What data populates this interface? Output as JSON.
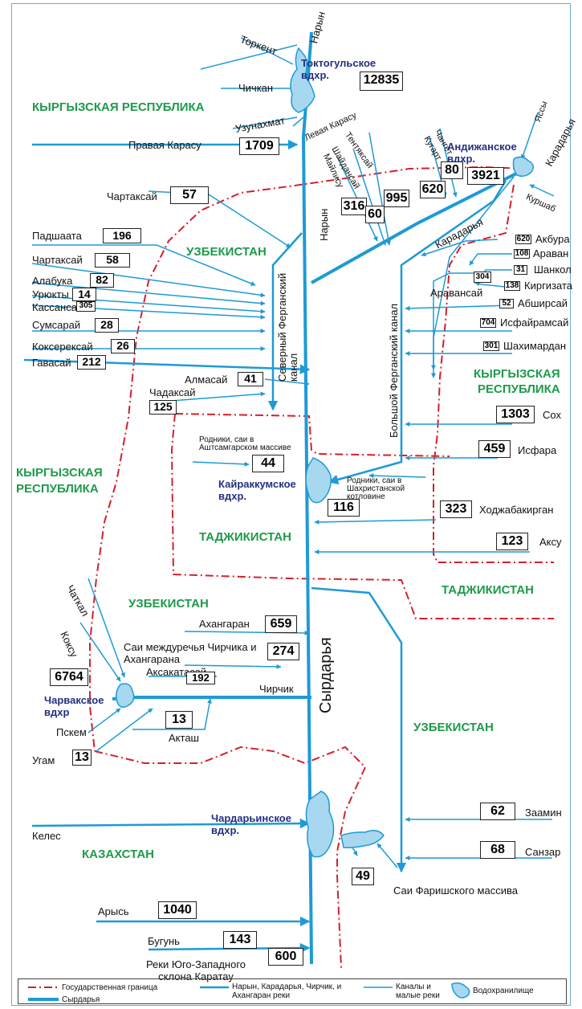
{
  "reservoirs": {
    "toktogul": {
      "name": "Токтогульское вдхр.",
      "volume": "12835"
    },
    "andijan": {
      "name": "Андижанское вдхр.",
      "volume": "3921"
    },
    "kairakkum": {
      "name": "Кайраккумское вдхр.",
      "volume": "44"
    },
    "charvak": {
      "name": "Чарвакское вдхр",
      "volume": "6764"
    },
    "chardara": {
      "name": "Чардарьинское вдхр."
    }
  },
  "countries": {
    "kyrgyz_top": "КЫРГЫЗСКАЯ РЕСПУБЛИКА",
    "uzbekistan_north": "УЗБЕКИСТАН",
    "kyrgyz_east_1": "КЫРГЫЗСКАЯ",
    "kyrgyz_east_2": "РЕСПУБЛИКА",
    "kyrgyz_west_1": "КЫРГЫЗСКАЯ",
    "kyrgyz_west_2": "РЕСПУБЛИКА",
    "tajikistan_center": "ТАДЖИКИСТАН",
    "tajikistan_east": "ТАДЖИКИСТАН",
    "uzbekistan_mid": "УЗБЕКИСТАН",
    "uzbekistan_south": "УЗБЕКИСТАН",
    "kazakhstan": "КАЗАХСТАН"
  },
  "main_rivers": {
    "naryn_top": "Нарын",
    "naryn": "Нарын",
    "karadarya_top": "Карадарья",
    "karadarya": "Карадарья",
    "syrdarya": "Сырдарья",
    "levaya_karasu": "Левая Карасу",
    "north_canal": "Северный Ферганский канал",
    "big_canal": "Большой Ферганский канал"
  },
  "tributaries": [
    {
      "name": "Торкент"
    },
    {
      "name": "Чичкан"
    },
    {
      "name": "Узунахмат"
    },
    {
      "name": "Правая Карасу",
      "value": "1709"
    },
    {
      "name": "Чартаксай",
      "value": "57"
    },
    {
      "name": "Падшаата",
      "value": "196"
    },
    {
      "name": "Чартаксай",
      "value": "58"
    },
    {
      "name": "Алабука",
      "value": "82"
    },
    {
      "name": "Урюкты",
      "value": "14"
    },
    {
      "name": "Кассансай",
      "value": "305"
    },
    {
      "name": "Сумсарай",
      "value": "28"
    },
    {
      "name": "Коксерексай",
      "value": "26"
    },
    {
      "name": "Гавасай",
      "value": "212"
    },
    {
      "name": "Алмасай",
      "value": "41"
    },
    {
      "name": "Чадаксай",
      "value": "125"
    },
    {
      "name": "Тентяксай"
    },
    {
      "name": "Шайдансай"
    },
    {
      "name": "Майлису"
    },
    {
      "name": "Чангет"
    },
    {
      "name": "Кугарт"
    },
    {
      "name": "Яссы"
    },
    {
      "name": "Куршаб"
    },
    {
      "name": "Акбура",
      "value": "620"
    },
    {
      "name": "Араван",
      "value": "108"
    },
    {
      "name": "Шанкол",
      "value": "31"
    },
    {
      "name": "Киргизата",
      "value": "138"
    },
    {
      "name": "Аравансай",
      "value": "304"
    },
    {
      "name": "Абширсай",
      "value": "52"
    },
    {
      "name": "Исфайрамсай",
      "value": "704"
    },
    {
      "name": "Шахимардан",
      "value": "301"
    },
    {
      "name": "Сох",
      "value": "1303"
    },
    {
      "name": "Исфара",
      "value": "459"
    },
    {
      "name": "Ходжабакирган",
      "value": "323"
    },
    {
      "name": "Аксу",
      "value": "123"
    },
    {
      "name": "Ахангаран",
      "value": "659"
    },
    {
      "name": "Саи междуречья Чирчика и Ахангарана",
      "value": "274"
    },
    {
      "name": "Аксакатасай",
      "value": "192"
    },
    {
      "name": "Чирчик"
    },
    {
      "name": "Акташ",
      "value": "13"
    },
    {
      "name": "Чаткал"
    },
    {
      "name": "Коксу"
    },
    {
      "name": "Пскем"
    },
    {
      "name": "Угам",
      "value": "13"
    },
    {
      "name": "Келес"
    },
    {
      "name": "Заамин",
      "value": "62"
    },
    {
      "name": "Санзар",
      "value": "68"
    },
    {
      "name": "Арысь",
      "value": "1040"
    },
    {
      "name": "Бугунь",
      "value": "143"
    },
    {
      "name": "Реки Юго-Западного склона Каратау",
      "value": "600"
    },
    {
      "name": "Саи Фаришского массива",
      "value": "49"
    }
  ],
  "values_extra": {
    "karasu_80": "80",
    "kugart_620": "620",
    "maylisu_316": "316",
    "shaydan_60": "60",
    "tentyak_995": "995",
    "hojent_116": "116"
  },
  "springs": {
    "ashtsamgar": "Родники, саи в Аштсамгарском массиве",
    "shakhristan": "Родники, саи в Шахристанской котловине"
  },
  "legend": {
    "border": "Государственная граница",
    "syrdarya": "Сырдарья",
    "main": "Нарын, Карадарья, Чирчик, и Ахангаран реки",
    "small": "Каналы и малые реки",
    "reservoir": "Водохранилище"
  },
  "colors": {
    "river": "#1e9ad6",
    "border": "#d4202a",
    "country": "#1e9a4a",
    "reservoir_label": "#24307f",
    "reservoir_fill": "#a8d8f0"
  }
}
